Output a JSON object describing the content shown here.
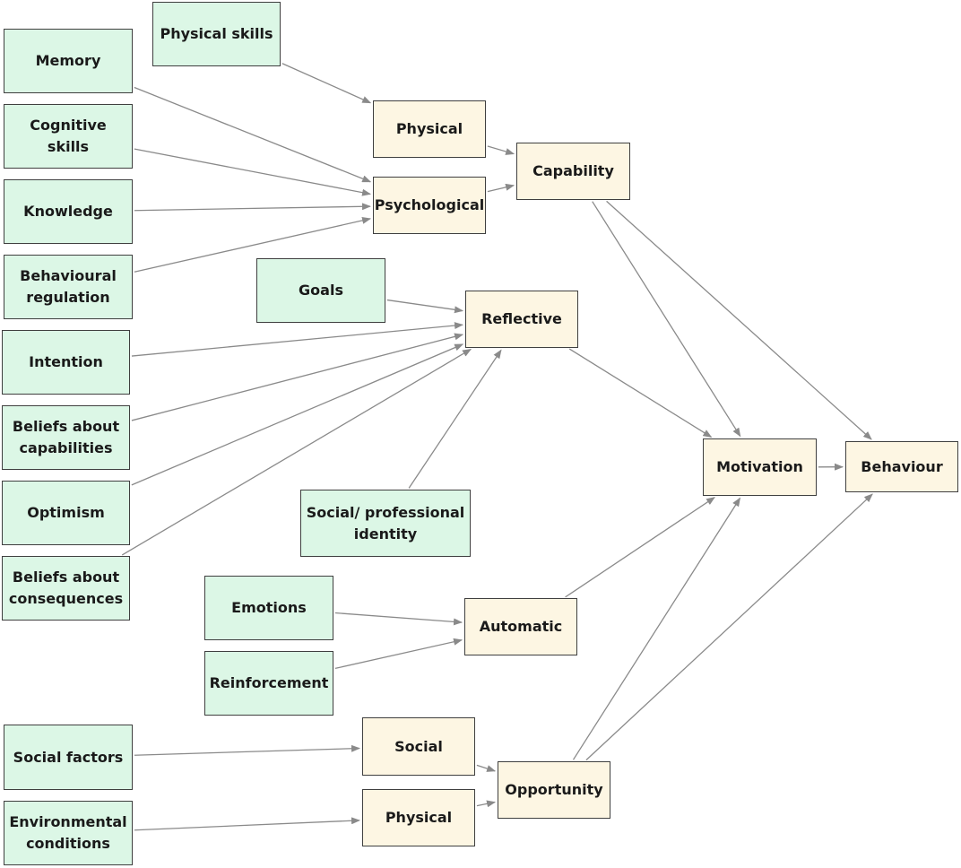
{
  "colors": {
    "tdf_fill": "#dcf7e6",
    "com_fill": "#fdf6e3",
    "border": "#3f3f3f",
    "arrow": "#8a8a8a"
  },
  "nodes": {
    "physical_skills": "Physical skills",
    "memory": "Memory",
    "cognitive_skills": "Cognitive skills",
    "knowledge": "Knowledge",
    "behavioural_regulation": "Behavioural\nregulation",
    "goals": "Goals",
    "intention": "Intention",
    "beliefs_capabilities": "Beliefs about\ncapabilities",
    "optimism": "Optimism",
    "beliefs_consequences": "Beliefs about\nconsequences",
    "social_professional_identity": "Social/ professional\nidentity",
    "emotions": "Emotions",
    "reinforcement": "Reinforcement",
    "social_factors": "Social factors",
    "environmental_conditions": "Environmental\nconditions",
    "physical_capability": "Physical",
    "psychological": "Psychological",
    "capability": "Capability",
    "reflective": "Reflective",
    "automatic": "Automatic",
    "motivation": "Motivation",
    "behaviour": "Behaviour",
    "social_opportunity": "Social",
    "physical_opportunity": "Physical",
    "opportunity": "Opportunity"
  },
  "edges": [
    [
      "physical_skills",
      "physical_capability"
    ],
    [
      "memory",
      "psychological"
    ],
    [
      "cognitive_skills",
      "psychological"
    ],
    [
      "knowledge",
      "psychological"
    ],
    [
      "behavioural_regulation",
      "psychological"
    ],
    [
      "physical_capability",
      "capability"
    ],
    [
      "psychological",
      "capability"
    ],
    [
      "goals",
      "reflective"
    ],
    [
      "intention",
      "reflective"
    ],
    [
      "beliefs_capabilities",
      "reflective"
    ],
    [
      "optimism",
      "reflective"
    ],
    [
      "beliefs_consequences",
      "reflective"
    ],
    [
      "social_professional_identity",
      "reflective"
    ],
    [
      "emotions",
      "automatic"
    ],
    [
      "reinforcement",
      "automatic"
    ],
    [
      "social_factors",
      "social_opportunity"
    ],
    [
      "environmental_conditions",
      "physical_opportunity"
    ],
    [
      "social_opportunity",
      "opportunity"
    ],
    [
      "physical_opportunity",
      "opportunity"
    ],
    [
      "capability",
      "motivation"
    ],
    [
      "capability",
      "behaviour"
    ],
    [
      "reflective",
      "motivation"
    ],
    [
      "automatic",
      "motivation"
    ],
    [
      "opportunity",
      "motivation"
    ],
    [
      "opportunity",
      "behaviour"
    ],
    [
      "motivation",
      "behaviour"
    ]
  ]
}
